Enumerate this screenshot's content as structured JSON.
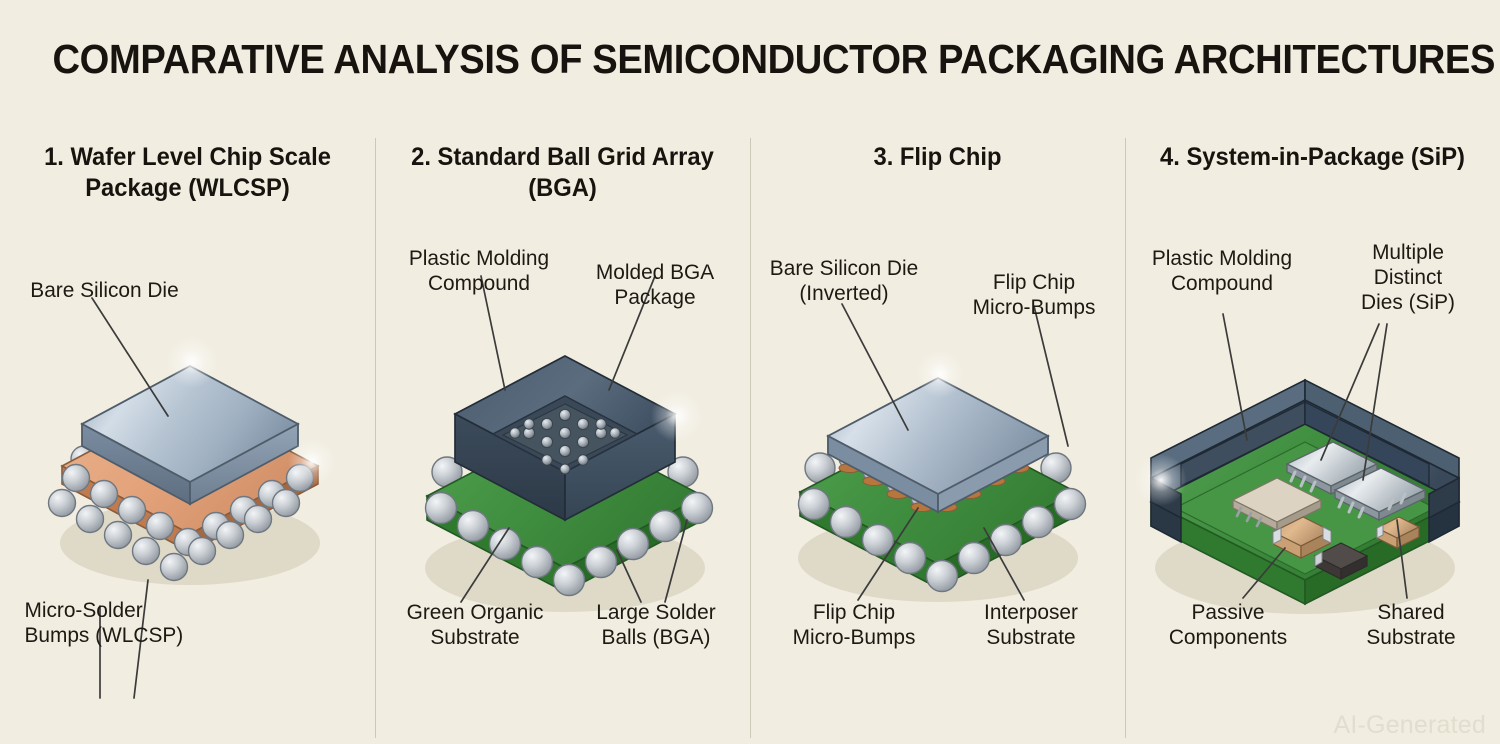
{
  "header": {
    "title": "COMPARATIVE ANALYSIS OF SEMICONDUCTOR PACKAGING ARCHITECTURES"
  },
  "watermark": "AI-Generated",
  "colors": {
    "background": "#f1ede1",
    "divider": "#cdc8b8",
    "title_text": "#17140f",
    "label_text": "#1d1a14",
    "silicon_die_light": "#ced8e2",
    "silicon_die_dark": "#7d8fa3",
    "copper_substrate": "#e0a077",
    "copper_substrate_dark": "#b06f45",
    "green_substrate": "#3f8f3f",
    "green_substrate_dark": "#2c6a2c",
    "mold_compound": "#4a5a6b",
    "mold_compound_dark": "#2f3c4a",
    "solder_ball": "#c9ccd1",
    "watermark_text": "#e3ddcd"
  },
  "panels": [
    {
      "id": "wlcsp",
      "title": "1. Wafer Level Chip Scale\nPackage (WLCSP)",
      "labels": [
        {
          "id": "bare-silicon-die",
          "text": "Bare Silicon Die"
        },
        {
          "id": "micro-solder-bumps",
          "text": "Micro-Solder\nBumps (WLCSP)"
        }
      ]
    },
    {
      "id": "bga",
      "title": "2. Standard Ball Grid\nArray (BGA)",
      "labels": [
        {
          "id": "plastic-molding-compound",
          "text": "Plastic Molding\nCompound"
        },
        {
          "id": "molded-bga-package",
          "text": "Molded BGA\nPackage"
        },
        {
          "id": "green-organic-substrate",
          "text": "Green Organic\nSubstrate"
        },
        {
          "id": "large-solder-balls",
          "text": "Large Solder\nBalls (BGA)"
        }
      ]
    },
    {
      "id": "flip-chip",
      "title": "3. Flip Chip",
      "labels": [
        {
          "id": "bare-silicon-die-inverted",
          "text": "Bare Silicon Die\n(Inverted)"
        },
        {
          "id": "flip-chip-micro-bumps-top",
          "text": "Flip Chip\nMicro-Bumps"
        },
        {
          "id": "flip-chip-micro-bumps-bottom",
          "text": "Flip Chip\nMicro-Bumps"
        },
        {
          "id": "interposer-substrate",
          "text": "Interposer\nSubstrate"
        }
      ]
    },
    {
      "id": "sip",
      "title": "4. System-in-Package\n(SiP)",
      "labels": [
        {
          "id": "plastic-molding-compound",
          "text": "Plastic Molding\nCompound"
        },
        {
          "id": "multiple-distinct-dies",
          "text": "Multiple\nDistinct\nDies (SiP)"
        },
        {
          "id": "passive-components",
          "text": "Passive\nComponents"
        },
        {
          "id": "shared-substrate",
          "text": "Shared\nSubstrate"
        }
      ]
    }
  ]
}
